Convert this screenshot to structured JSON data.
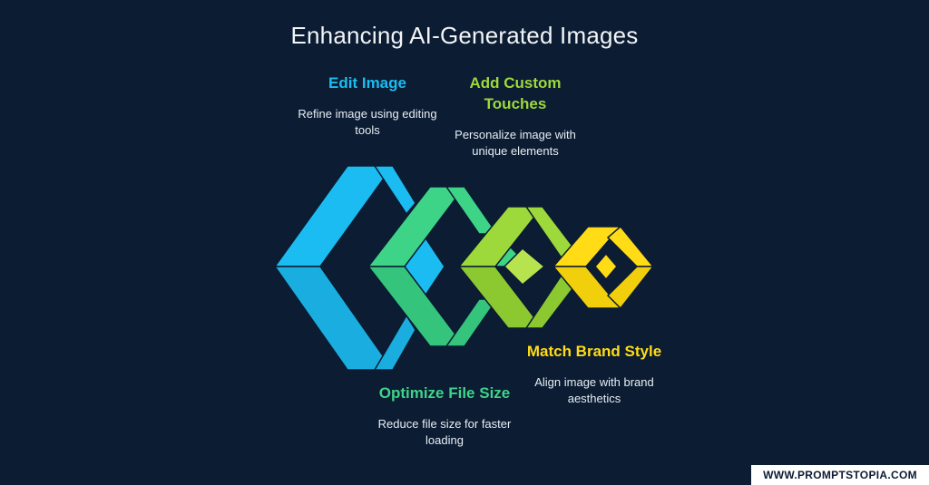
{
  "title": "Enhancing AI-Generated Images",
  "colors": {
    "background": "#0b1c33",
    "blue": "#1bbcf1",
    "green": "#3ed488",
    "lime": "#9dd93a",
    "yellow": "#ffdc15"
  },
  "steps": [
    {
      "heading": "Edit Image",
      "description": "Refine image using editing tools",
      "color": "#1bbcf1"
    },
    {
      "heading": "Add Custom Touches",
      "description": "Personalize image with unique elements",
      "color": "#9dd93a"
    },
    {
      "heading": "Match Brand Style",
      "description": "Align image with brand aesthetics",
      "color": "#ffdc15"
    },
    {
      "heading": "Optimize File Size",
      "description": "Reduce file size for faster loading",
      "color": "#3ed488"
    }
  ],
  "footer": "WWW.PROMPTSTOPIA.COM"
}
